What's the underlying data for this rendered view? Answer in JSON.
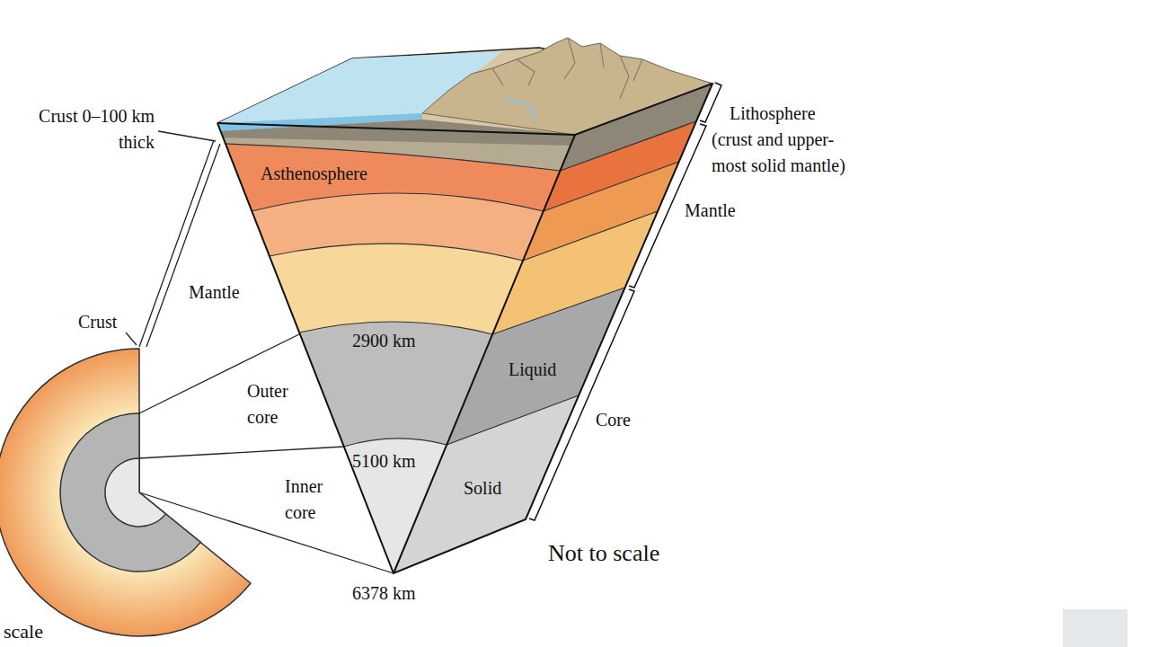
{
  "diagram": {
    "labels": [
      "Crust 0–100 km thick",
      "Lithosphere",
      "(crust and upper-most solid mantle)",
      "Asthenosphere",
      "Mantle",
      "Mantle",
      "Crust",
      "2900 km",
      "Outer core",
      "Liquid",
      "Core",
      "5100 km",
      "Inner core",
      "Solid",
      "6378 km",
      "Not to scale",
      "scale"
    ]
  }
}
